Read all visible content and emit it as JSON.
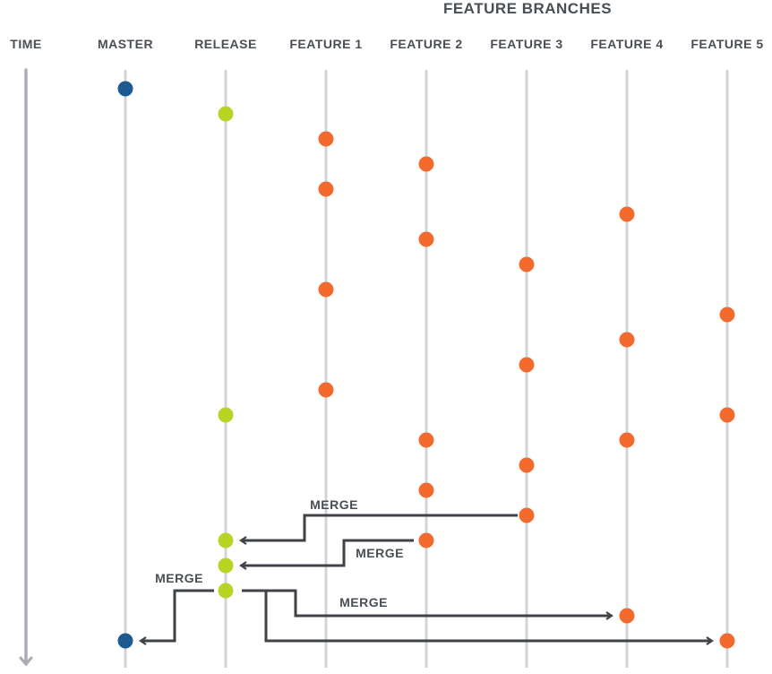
{
  "title": "FEATURE BRANCHES",
  "columns": [
    {
      "id": "time",
      "label": "TIME"
    },
    {
      "id": "master",
      "label": "MASTER"
    },
    {
      "id": "release",
      "label": "RELEASE"
    },
    {
      "id": "f1",
      "label": "FEATURE 1"
    },
    {
      "id": "f2",
      "label": "FEATURE 2"
    },
    {
      "id": "f3",
      "label": "FEATURE 3"
    },
    {
      "id": "f4",
      "label": "FEATURE 4"
    },
    {
      "id": "f5",
      "label": "FEATURE 5"
    }
  ],
  "colors": {
    "master": "#1e5a92",
    "release": "#b9d324",
    "feature": "#f26a2e",
    "lane": "#d3d4d8",
    "time_arrow": "#a9adb3",
    "merge_line": "#3f4246",
    "text": "#4a4f55"
  },
  "commits": [
    {
      "lane": "master",
      "step": 0
    },
    {
      "lane": "release",
      "step": 1
    },
    {
      "lane": "f1",
      "step": 2
    },
    {
      "lane": "f2",
      "step": 3
    },
    {
      "lane": "f1",
      "step": 4
    },
    {
      "lane": "f4",
      "step": 5
    },
    {
      "lane": "f2",
      "step": 6
    },
    {
      "lane": "f3",
      "step": 7
    },
    {
      "lane": "f1",
      "step": 8
    },
    {
      "lane": "f5",
      "step": 9
    },
    {
      "lane": "f4",
      "step": 10
    },
    {
      "lane": "f3",
      "step": 11
    },
    {
      "lane": "f1",
      "step": 12
    },
    {
      "lane": "release",
      "step": 13
    },
    {
      "lane": "f5",
      "step": 13
    },
    {
      "lane": "f2",
      "step": 14
    },
    {
      "lane": "f4",
      "step": 14
    },
    {
      "lane": "f3",
      "step": 15
    },
    {
      "lane": "f2",
      "step": 16
    },
    {
      "lane": "f3",
      "step": 17
    },
    {
      "lane": "release",
      "step": 18
    },
    {
      "lane": "f2",
      "step": 18
    },
    {
      "lane": "release",
      "step": 19
    },
    {
      "lane": "release",
      "step": 20
    },
    {
      "lane": "f4",
      "step": 21
    },
    {
      "lane": "master",
      "step": 22
    },
    {
      "lane": "f5",
      "step": 22
    }
  ],
  "merges": [
    {
      "label": "MERGE",
      "from_lane": "f3",
      "from_step": 17,
      "to_lane": "release",
      "to_step": 18
    },
    {
      "label": "MERGE",
      "from_lane": "f2",
      "from_step": 18,
      "to_lane": "release",
      "to_step": 19
    },
    {
      "label": "MERGE",
      "from_lane": "release",
      "from_step": 20,
      "to_lane": "master",
      "to_step": 22
    },
    {
      "label": "MERGE",
      "from_lane": "release",
      "from_step": 20,
      "to_lane": "f4",
      "to_step": 21
    },
    {
      "label": "",
      "from_lane": "release",
      "from_step": 20,
      "to_lane": "f5",
      "to_step": 22
    }
  ]
}
